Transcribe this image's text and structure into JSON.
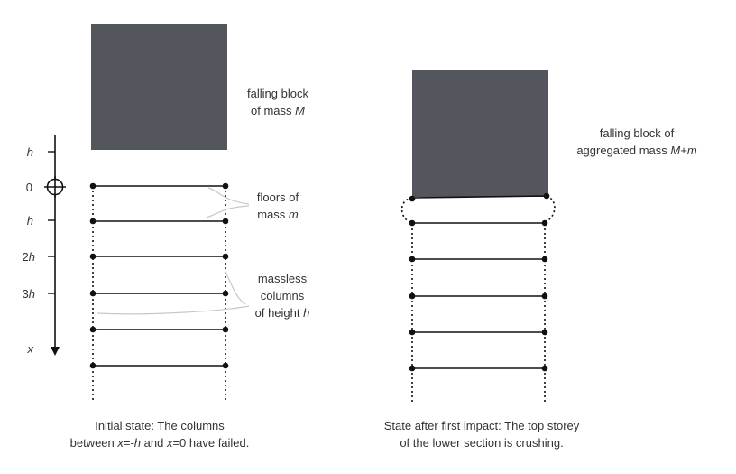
{
  "colors": {
    "block": "#53575d",
    "ink": "#111111",
    "text": "#333333",
    "leader": "#c8c8c8"
  },
  "axis": {
    "ticks": [
      {
        "label": "-",
        "var": "h"
      },
      {
        "label": "0",
        "var": ""
      },
      {
        "label": "",
        "var": "h"
      },
      {
        "label": "2",
        "var": "h"
      },
      {
        "label": "3",
        "var": "h"
      }
    ],
    "end_label": "x",
    "origin_icon": "crosshair-circle-icon"
  },
  "left_panel": {
    "block_label_line1": "falling block",
    "block_label_line2_prefix": "of mass ",
    "block_label_line2_var": "M",
    "floors_label_line1": "floors of",
    "floors_label_line2_prefix": "mass ",
    "floors_label_line2_var": "m",
    "columns_label_line1": "massless",
    "columns_label_line2": "columns",
    "columns_label_line3_prefix": "of height ",
    "columns_label_line3_var": "h",
    "caption_line1": "Initial state: The columns",
    "caption_line2_a": "between ",
    "caption_line2_x1": "x",
    "caption_line2_b": "=-",
    "caption_line2_h": "h",
    "caption_line2_c": " and ",
    "caption_line2_x2": "x",
    "caption_line2_d": "=0 have failed."
  },
  "right_panel": {
    "block_label_line1": "falling block of",
    "block_label_line2_prefix": "aggregated mass ",
    "block_label_line2_var1": "M",
    "block_label_line2_plus": "+",
    "block_label_line2_var2": "m",
    "caption_line1": "State after first impact: The top storey",
    "caption_line2": "of the lower section is crushing."
  }
}
